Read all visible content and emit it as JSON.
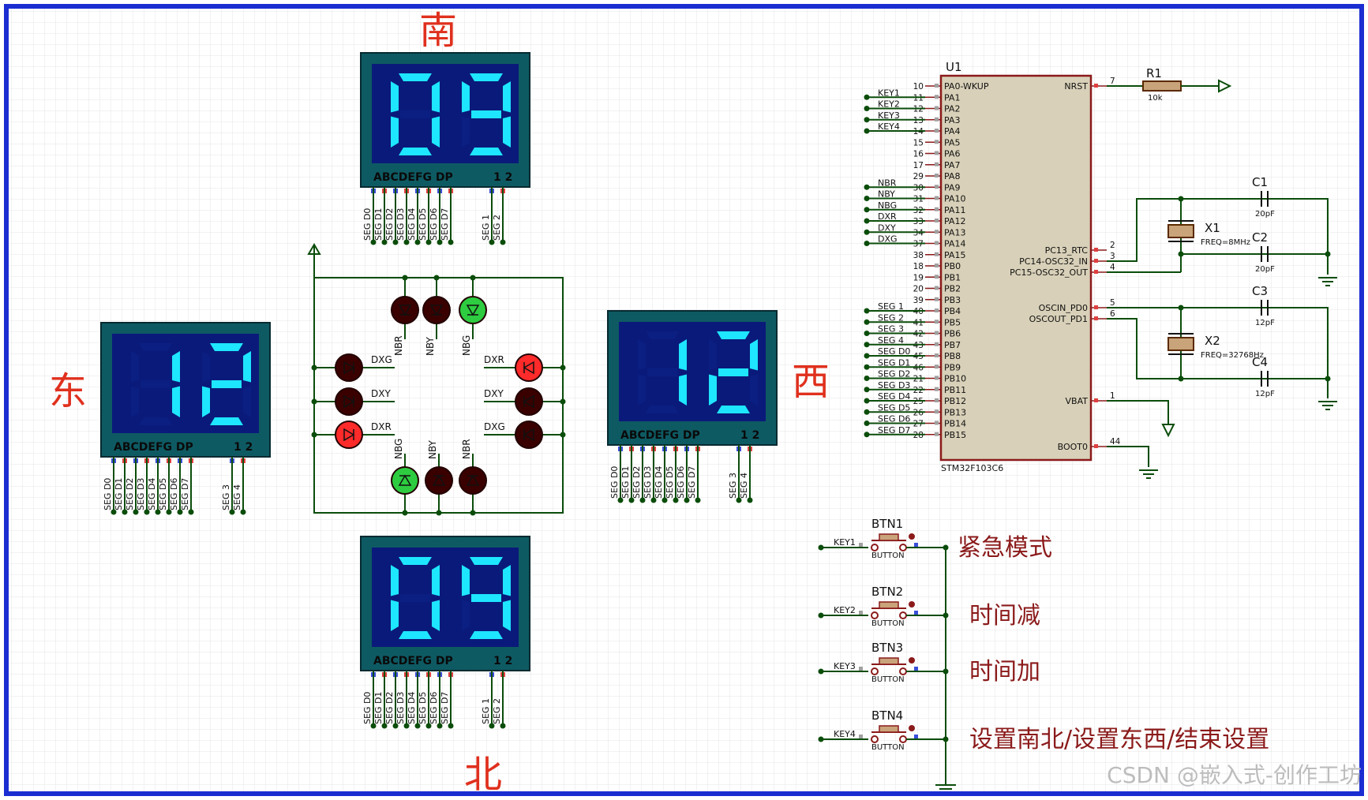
{
  "directions": {
    "south": "南",
    "east": "东",
    "west": "西",
    "north": "北"
  },
  "displays": {
    "south": {
      "digits": "09",
      "pins_label": "ABCDEFG  DP",
      "sel_label": "1 2",
      "pins": [
        "SEG D0",
        "SEG D1",
        "SEG D2",
        "SEG D3",
        "SEG D4",
        "SEG D5",
        "SEG D6",
        "SEG D7"
      ],
      "sel_pins": [
        "SEG 1",
        "SEG 2"
      ]
    },
    "east": {
      "digits": "12",
      "pins_label": "ABCDEFG  DP",
      "sel_label": "1 2",
      "pins": [
        "SEG D0",
        "SEG D1",
        "SEG D2",
        "SEG D3",
        "SEG D4",
        "SEG D5",
        "SEG D6",
        "SEG D7"
      ],
      "sel_pins": [
        "SEG 3",
        "SEG 4"
      ]
    },
    "west": {
      "digits": "12",
      "pins_label": "ABCDEFG  DP",
      "sel_label": "1 2",
      "pins": [
        "SEG D0",
        "SEG D1",
        "SEG D2",
        "SEG D3",
        "SEG D4",
        "SEG D5",
        "SEG D6",
        "SEG D7"
      ],
      "sel_pins": [
        "SEG 3",
        "SEG 4"
      ]
    },
    "north": {
      "digits": "09",
      "pins_label": "ABCDEFG  DP",
      "sel_label": "1 2",
      "pins": [
        "SEG D0",
        "SEG D1",
        "SEG D2",
        "SEG D3",
        "SEG D4",
        "SEG D5",
        "SEG D6",
        "SEG D7"
      ],
      "sel_pins": [
        "SEG 1",
        "SEG 2"
      ]
    }
  },
  "leds": {
    "top": [
      {
        "name": "NBR",
        "color": "#3a0000"
      },
      {
        "name": "NBY",
        "color": "#3a0000"
      },
      {
        "name": "NBG",
        "color": "#2ecc40"
      }
    ],
    "bottom": [
      {
        "name": "NBG",
        "color": "#2ecc40"
      },
      {
        "name": "NBY",
        "color": "#3a0000"
      },
      {
        "name": "NBR",
        "color": "#3a0000"
      }
    ],
    "left": [
      {
        "name": "DXG",
        "color": "#3a0000"
      },
      {
        "name": "DXY",
        "color": "#3a0000"
      },
      {
        "name": "DXR",
        "color": "#ff2a2a"
      }
    ],
    "right": [
      {
        "name": "DXR",
        "color": "#ff2a2a"
      },
      {
        "name": "DXY",
        "color": "#3a0000"
      },
      {
        "name": "DXG",
        "color": "#3a0000"
      }
    ]
  },
  "mcu": {
    "ref": "U1",
    "part": "STM32F103C6",
    "left_pins": [
      {
        "num": "10",
        "name": "PA0-WKUP",
        "net": ""
      },
      {
        "num": "11",
        "name": "PA1",
        "net": "KEY1"
      },
      {
        "num": "12",
        "name": "PA2",
        "net": "KEY2"
      },
      {
        "num": "13",
        "name": "PA3",
        "net": "KEY3"
      },
      {
        "num": "14",
        "name": "PA4",
        "net": "KEY4"
      },
      {
        "num": "15",
        "name": "PA5",
        "net": ""
      },
      {
        "num": "16",
        "name": "PA6",
        "net": ""
      },
      {
        "num": "17",
        "name": "PA7",
        "net": ""
      },
      {
        "num": "29",
        "name": "PA8",
        "net": ""
      },
      {
        "num": "30",
        "name": "PA9",
        "net": "NBR"
      },
      {
        "num": "31",
        "name": "PA10",
        "net": "NBY"
      },
      {
        "num": "32",
        "name": "PA11",
        "net": "NBG"
      },
      {
        "num": "33",
        "name": "PA12",
        "net": "DXR"
      },
      {
        "num": "34",
        "name": "PA13",
        "net": "DXY"
      },
      {
        "num": "37",
        "name": "PA14",
        "net": "DXG"
      },
      {
        "num": "38",
        "name": "PA15",
        "net": ""
      },
      {
        "num": "18",
        "name": "PB0",
        "net": ""
      },
      {
        "num": "19",
        "name": "PB1",
        "net": ""
      },
      {
        "num": "20",
        "name": "PB2",
        "net": ""
      },
      {
        "num": "39",
        "name": "PB3",
        "net": ""
      },
      {
        "num": "40",
        "name": "PB4",
        "net": "SEG 1"
      },
      {
        "num": "41",
        "name": "PB5",
        "net": "SEG 2"
      },
      {
        "num": "42",
        "name": "PB6",
        "net": "SEG 3"
      },
      {
        "num": "43",
        "name": "PB7",
        "net": "SEG 4"
      },
      {
        "num": "45",
        "name": "PB8",
        "net": "SEG D0"
      },
      {
        "num": "46",
        "name": "PB9",
        "net": "SEG D1"
      },
      {
        "num": "21",
        "name": "PB10",
        "net": "SEG D2"
      },
      {
        "num": "22",
        "name": "PB11",
        "net": "SEG D3"
      },
      {
        "num": "25",
        "name": "PB12",
        "net": "SEG D4"
      },
      {
        "num": "26",
        "name": "PB13",
        "net": "SEG D5"
      },
      {
        "num": "27",
        "name": "PB14",
        "net": "SEG D6"
      },
      {
        "num": "28",
        "name": "PB15",
        "net": "SEG D7"
      }
    ],
    "right_pins": [
      {
        "num": "7",
        "name": "NRST"
      },
      {
        "num": "2",
        "name": "PC13_RTC"
      },
      {
        "num": "3",
        "name": "PC14-OSC32_IN"
      },
      {
        "num": "4",
        "name": "PC15-OSC32_OUT"
      },
      {
        "num": "5",
        "name": "OSCIN_PD0"
      },
      {
        "num": "6",
        "name": "OSCOUT_PD1"
      },
      {
        "num": "1",
        "name": "VBAT"
      },
      {
        "num": "44",
        "name": "BOOT0"
      }
    ]
  },
  "resistor": {
    "ref": "R1",
    "value": "10k"
  },
  "caps": [
    {
      "ref": "C1",
      "value": "20pF"
    },
    {
      "ref": "C2",
      "value": "20pF"
    },
    {
      "ref": "C3",
      "value": "12pF"
    },
    {
      "ref": "C4",
      "value": "12pF"
    }
  ],
  "crystals": [
    {
      "ref": "X1",
      "freq": "FREQ=8MHz"
    },
    {
      "ref": "X2",
      "freq": "FREQ=32768Hz"
    }
  ],
  "buttons": [
    {
      "ref": "BTN1",
      "type": "BUTTON",
      "key": "KEY1",
      "desc": "紧急模式"
    },
    {
      "ref": "BTN2",
      "type": "BUTTON",
      "key": "KEY2",
      "desc": "时间减"
    },
    {
      "ref": "BTN3",
      "type": "BUTTON",
      "key": "KEY3",
      "desc": "时间加"
    },
    {
      "ref": "BTN4",
      "type": "BUTTON",
      "key": "KEY4",
      "desc": "设置南北/设置东西/结束设置"
    }
  ],
  "watermark": "CSDN @嵌入式-创作工坊",
  "colors": {
    "wire": "#0b4d0b",
    "seg_on": "#1ee6ff",
    "seg_off": "#0b1f82",
    "bezel": "#0e5a63",
    "body": "#0a1a7a",
    "mcu_fill": "#d8d0b8",
    "mcu_stroke": "#8b1a1a",
    "frame": "#1a2dd1",
    "red_text": "#e0301e"
  }
}
